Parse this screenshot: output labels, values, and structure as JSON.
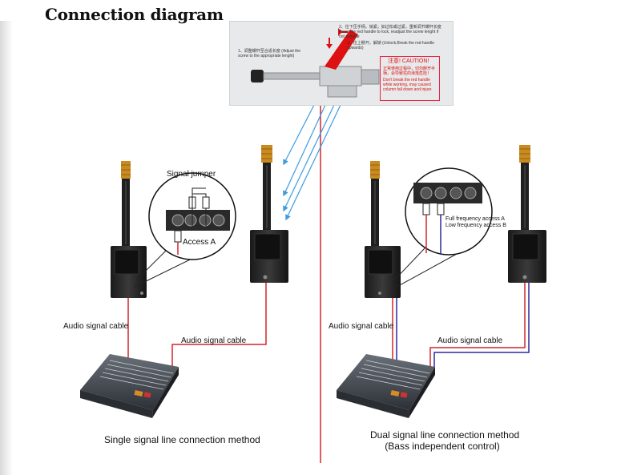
{
  "title": "Connection diagram",
  "inset": {
    "step1": "1、调整螺杆至合适长度 (Adjust the screw to the appropriate lenght)",
    "step2_cn": "2、往下压手柄，锁紧；如过松或过紧，重新调节螺杆长度",
    "step2_en": "Press the red handle to lock, readjust the screw lenght if not suitable",
    "step3": "3、往上掰开，解锁 (Unlock,Break the red handle upwards)",
    "caution_title": "注意! CAUTION!",
    "caution_cn": "正常使用过程中，切勿掰开手柄，会导致柱的滑落危险！",
    "caution_en": "Don't break the red handle while working, may caused column fall down and injure"
  },
  "left": {
    "jumper_label": "Signal jumper",
    "access_label": "Access A",
    "cable_label_1": "Audio signal cable",
    "cable_label_2": "Audio signal cable",
    "caption": "Single signal line connection method"
  },
  "right": {
    "access_a_label": "Full frequency access A",
    "access_b_label": "Low frequency access B",
    "cable_label_1": "Audio signal cable",
    "cable_label_2": "Audio signal cable",
    "caption_line1": "Dual signal line connection method",
    "caption_line2": "(Bass independent control)"
  },
  "colors": {
    "signal_red": "#d2262a",
    "signal_blue": "#2a2aa0",
    "arrow_blue": "#3d9be0"
  }
}
